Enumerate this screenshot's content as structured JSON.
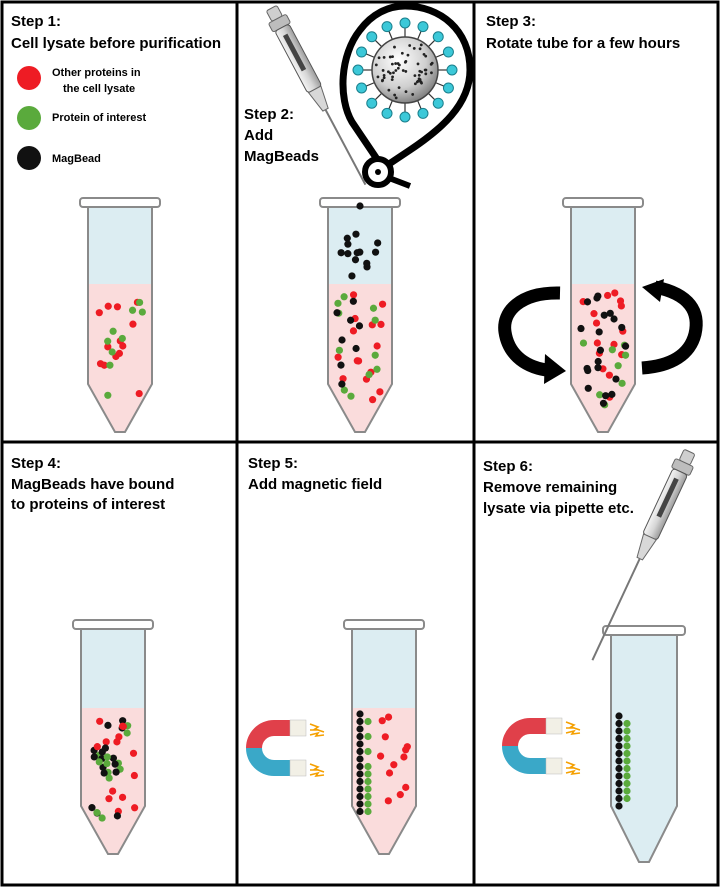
{
  "panels": [
    {
      "step": "Step 1:",
      "lines": [
        "Cell lysate before purification"
      ]
    },
    {
      "step": "Step 2:",
      "lines": [
        "Add",
        "MagBeads"
      ]
    },
    {
      "step": "Step 3:",
      "lines": [
        "Rotate tube for a few hours"
      ]
    },
    {
      "step": "Step 4:",
      "lines": [
        "MagBeads have bound",
        "to proteins of interest"
      ]
    },
    {
      "step": "Step 5:",
      "lines": [
        "Add magnetic field"
      ]
    },
    {
      "step": "Step 6:",
      "lines": [
        "Remove remaining",
        "lysate via pipette etc."
      ]
    }
  ],
  "legend": [
    {
      "color": "#ee1c24",
      "lines": [
        "Other proteins in",
        "the cell lysate"
      ]
    },
    {
      "color": "#5aaa3c",
      "lines": [
        "Protein of interest"
      ]
    },
    {
      "color": "#111111",
      "lines": [
        "MagBead"
      ]
    }
  ],
  "colors": {
    "other_protein": "#ee1c24",
    "protein_of_interest": "#5aaa3c",
    "magbead": "#111111",
    "lysate": "#fadcdc",
    "tube_empty": "#dcedf2",
    "magnet_red": "#e0404a",
    "magnet_blue": "#3aa8c8",
    "bead_sphere_tag": "#3cc8d8"
  }
}
